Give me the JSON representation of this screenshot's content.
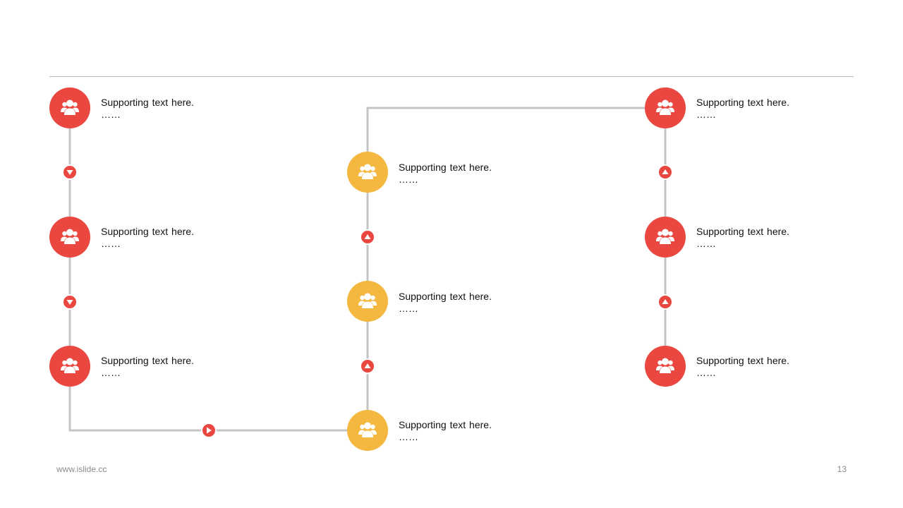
{
  "colors": {
    "red": "#E9473F",
    "yellow": "#F4B840",
    "connector": "#C4C4C4",
    "divider": "#B3B3B3"
  },
  "nodes": [
    {
      "icon": "user-group-icon",
      "color": "red",
      "title": "Supporting text here.",
      "detail": "……"
    },
    {
      "icon": "user-group-icon",
      "color": "red",
      "title": "Supporting text here.",
      "detail": "……"
    },
    {
      "icon": "user-group-icon",
      "color": "red",
      "title": "Supporting text here.",
      "detail": "……"
    },
    {
      "icon": "user-group-icon",
      "color": "yellow",
      "title": "Supporting text here.",
      "detail": "……"
    },
    {
      "icon": "user-group-icon",
      "color": "yellow",
      "title": "Supporting text here.",
      "detail": "……"
    },
    {
      "icon": "user-group-icon",
      "color": "yellow",
      "title": "Supporting text here.",
      "detail": "……"
    },
    {
      "icon": "user-group-icon",
      "color": "red",
      "title": "Supporting text here.",
      "detail": "……"
    },
    {
      "icon": "user-group-icon",
      "color": "red",
      "title": "Supporting text here.",
      "detail": "……"
    },
    {
      "icon": "user-group-icon",
      "color": "red",
      "title": "Supporting text here.",
      "detail": "……"
    }
  ],
  "arrows": [
    {
      "icon": "arrow-down-icon"
    },
    {
      "icon": "arrow-down-icon"
    },
    {
      "icon": "arrow-right-icon"
    },
    {
      "icon": "arrow-up-icon"
    },
    {
      "icon": "arrow-up-icon"
    },
    {
      "icon": "arrow-up-icon"
    },
    {
      "icon": "arrow-up-icon"
    }
  ],
  "footer": {
    "website": "www.islide.cc",
    "page_number": "13"
  }
}
